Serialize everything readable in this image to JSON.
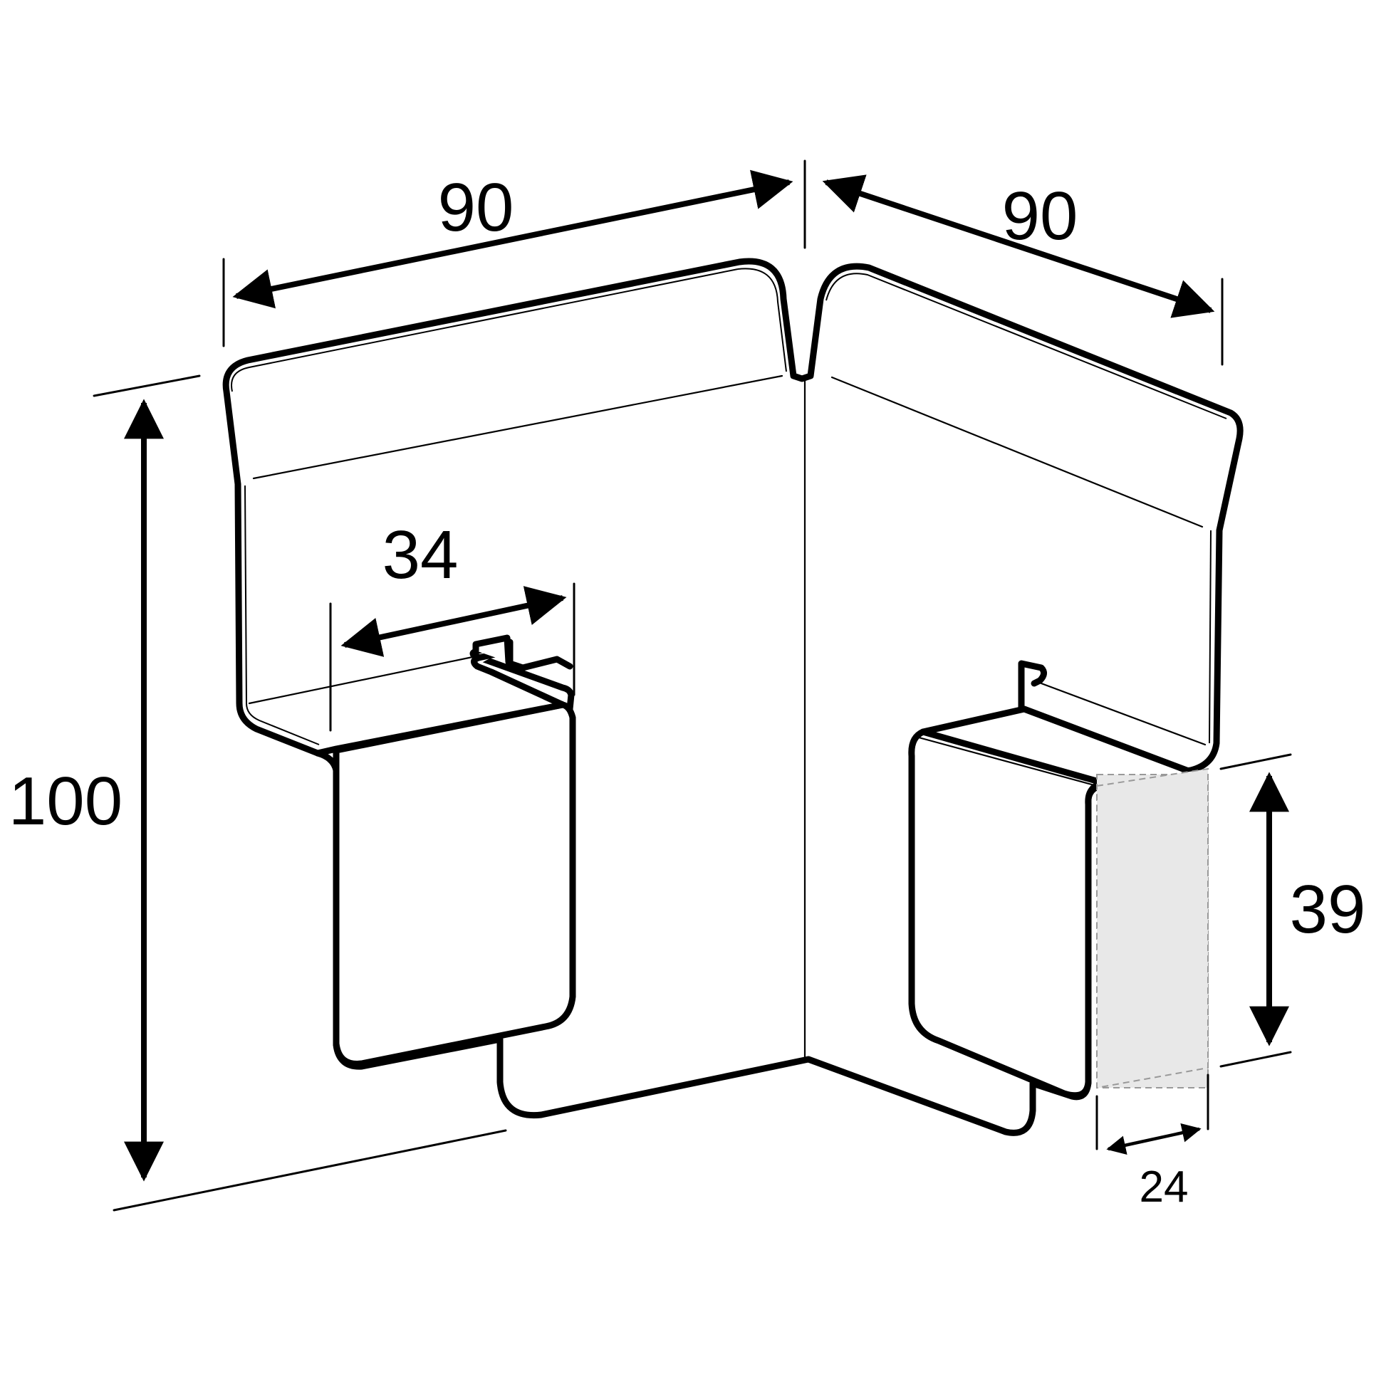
{
  "colors": {
    "line": "#000000",
    "background": "#ffffff",
    "adhesive_pad": "#e8e8e8",
    "adhesive_pad_border": "#999999"
  },
  "dimensions": {
    "left_length": "90",
    "right_length": "90",
    "height": "100",
    "clip_width": "34",
    "pad_height": "39",
    "pad_width": "24"
  }
}
